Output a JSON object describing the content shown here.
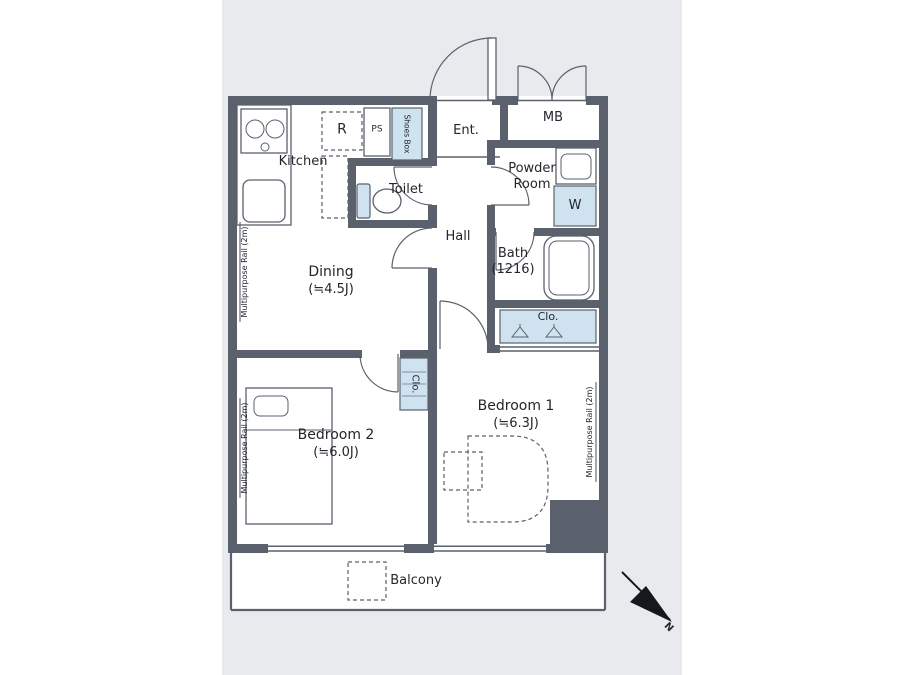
{
  "colors": {
    "background": "#e9eaee",
    "wall": "#5a616c",
    "fixture_blue": "#cfe2f0",
    "room": "#ffffff"
  },
  "rooms": {
    "kitchen": {
      "label": "Kitchen"
    },
    "dining": {
      "label": "Dining",
      "size": "(≒4.5J)"
    },
    "bedroom1": {
      "label": "Bedroom 1",
      "size": "(≒6.3J)"
    },
    "bedroom2": {
      "label": "Bedroom 2",
      "size": "(≒6.0J)"
    },
    "hall": {
      "label": "Hall"
    },
    "toilet": {
      "label": "Toilet"
    },
    "bath": {
      "label": "Bath",
      "size": "(1216)"
    },
    "powder_room": {
      "line1": "Powder",
      "line2": "Room"
    },
    "entrance": {
      "label": "Ent."
    },
    "balcony": {
      "label": "Balcony"
    }
  },
  "fixtures": {
    "refrigerator": "R",
    "pipe_space": "PS",
    "shoes_box": "Shoes Box",
    "meter_box": "MB",
    "washer": "W",
    "closet_right": "Clo.",
    "closet_middle": "Clo."
  },
  "annotations": {
    "rail_left_upper": "Multipurpose Rail (2m)",
    "rail_left_lower": "Multipurpose Rail (2m)",
    "rail_right": "Multipurpose Rail (2m)",
    "compass_north": "N"
  }
}
